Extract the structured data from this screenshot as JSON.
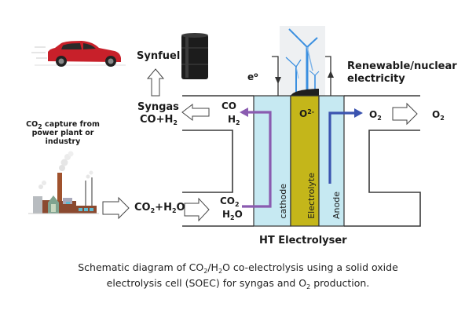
{
  "diagram": {
    "title_electrolyser": "HT Electrolyser",
    "labels": {
      "synfuel": "Synfuel",
      "syngas": "Syngas",
      "syngas_formula": {
        "main": "CO+H",
        "sub": "2"
      },
      "co_out": "CO",
      "h2_out": {
        "main": "H",
        "sub": "2"
      },
      "co2_in": {
        "main": "CO",
        "sub": "2"
      },
      "h2o_in": {
        "main": "H",
        "sub": "2",
        "tail": "O"
      },
      "feed_formula": {
        "a": "CO",
        "a_sub": "2",
        "b": "+H",
        "b_sub": "2",
        "c": "O"
      },
      "capture_source": {
        "line1_main": "CO",
        "line1_sub": "2",
        "line1_tail": " capture from",
        "line2": "power plant or",
        "line3": "industry"
      },
      "electron": {
        "main": "e",
        "sup": "o"
      },
      "power_source": {
        "line1": "Renewable/nuclear",
        "line2": "electricity"
      },
      "oxide_ion": {
        "main": "O",
        "sup": "2-"
      },
      "o2_anode": {
        "main": "O",
        "sub": "2"
      },
      "o2_out": {
        "main": "O",
        "sub": "2"
      },
      "cathode": "cathode",
      "electrolyte": "Electrolyte",
      "anode": "Anode"
    },
    "icons": [
      "car-icon",
      "oil-barrel-icon",
      "wind-turbine-icon",
      "factory-icon"
    ],
    "colors": {
      "electrode": "#c6e9f2",
      "electrolyte": "#c4b61a",
      "cathode_flow": "#8a5bb0",
      "anode_flow": "#3b54b0",
      "frame": "#3a3a3a",
      "car": "#c8202a",
      "turbine": "#3a8fe0"
    }
  },
  "caption": {
    "line1_a": "Schematic diagram of CO",
    "line1_sub1": "2",
    "line1_b": "/H",
    "line1_sub2": "2",
    "line1_c": "O co-electrolysis using a solid oxide",
    "line2_a": "electrolysis cell (SOEC) for syngas and O",
    "line2_sub": "2",
    "line2_b": " production."
  }
}
